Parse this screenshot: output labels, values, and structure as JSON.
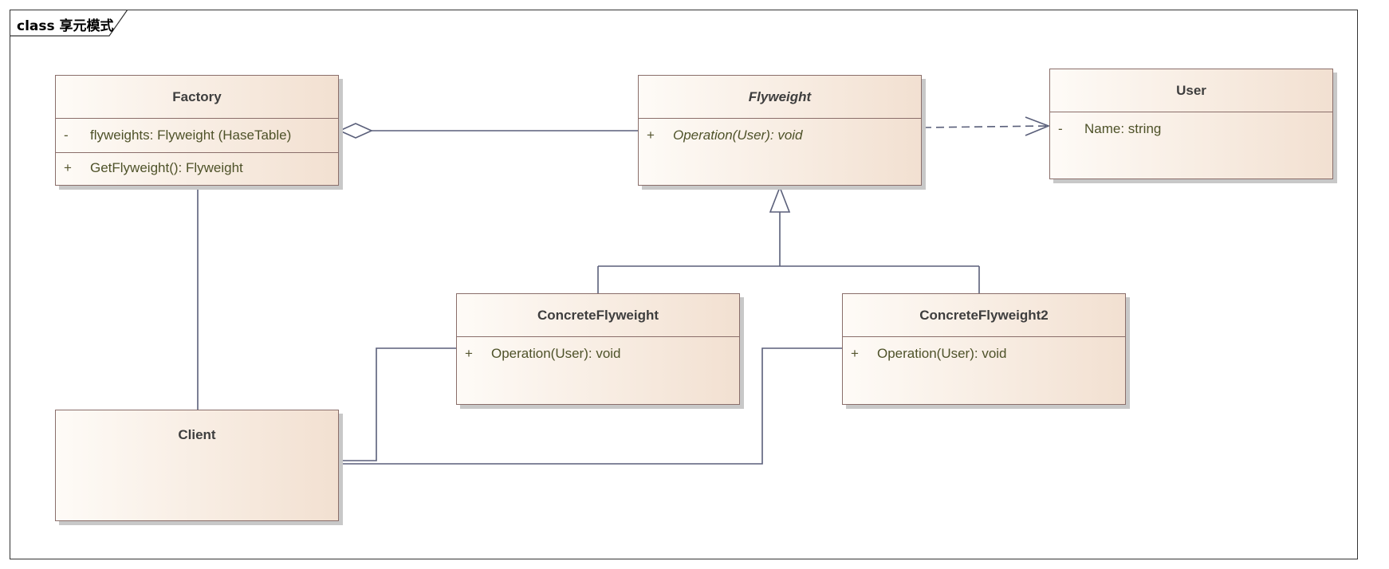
{
  "frame": {
    "keyword": "class",
    "name": "享元模式"
  },
  "classes": {
    "factory": {
      "name": "Factory",
      "attributes": [
        {
          "visibility": "-",
          "text": "flyweights: Flyweight (HaseTable)"
        }
      ],
      "operations": [
        {
          "visibility": "+",
          "text": "GetFlyweight(): Flyweight"
        }
      ]
    },
    "flyweight": {
      "name": "Flyweight",
      "operations": [
        {
          "visibility": "+",
          "text": "Operation(User): void"
        }
      ]
    },
    "user": {
      "name": "User",
      "attributes": [
        {
          "visibility": "-",
          "text": "Name: string"
        }
      ]
    },
    "concrete1": {
      "name": "ConcreteFlyweight",
      "operations": [
        {
          "visibility": "+",
          "text": "Operation(User): void"
        }
      ]
    },
    "concrete2": {
      "name": "ConcreteFlyweight2",
      "operations": [
        {
          "visibility": "+",
          "text": "Operation(User): void"
        }
      ]
    },
    "client": {
      "name": "Client"
    }
  },
  "colors": {
    "line": "#5a5f7a",
    "border": "#8a6e6a",
    "fill": "#f7ebe0"
  }
}
